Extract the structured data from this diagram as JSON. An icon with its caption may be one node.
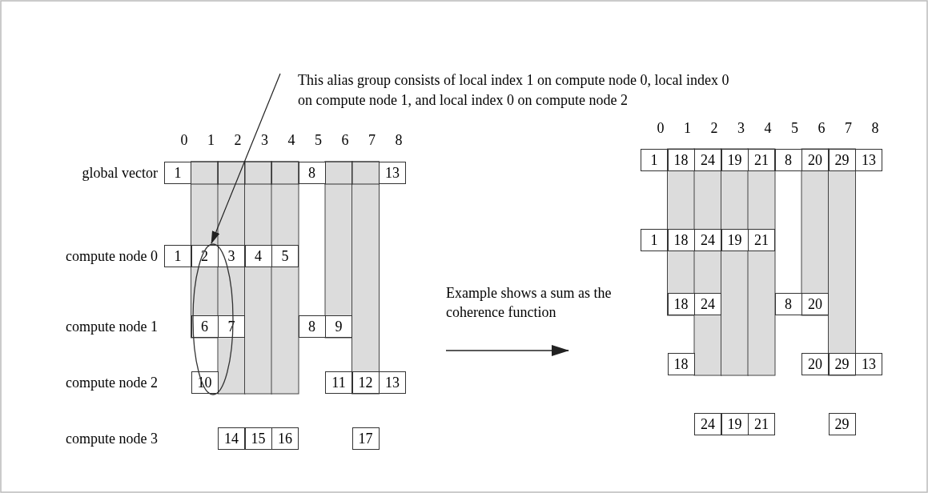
{
  "diagram": {
    "nodes": [
      {
        "text": [
          "This alias group consists of local index 1 on compute node 0, local index 0 on compute node 1, and local index 0 on compute node 2"
        ]
      },
      {
        "text": [],
        "shape": "ellipse"
      }
    ],
    "edges": [
      {
        "from": 0,
        "to": 1,
        "arrow": "to"
      }
    ],
    "labels": [
      "0",
      "1",
      "2",
      "3",
      "4",
      "5",
      "6",
      "7",
      "8",
      "0",
      "1",
      "2",
      "3",
      "4",
      "5",
      "6",
      "7",
      "8",
      "global vector",
      "1",
      "8",
      "13",
      "1",
      "18",
      "24",
      "19",
      "21",
      "8",
      "20",
      "29",
      "13",
      "compute node 0",
      "1",
      "2",
      "3",
      "4",
      "5",
      "1",
      "18",
      "24",
      "19",
      "21",
      "compute node 1",
      "6",
      "7",
      "8",
      "9",
      "18",
      "24",
      "8",
      "20",
      "compute node 2",
      "10",
      "11",
      "12",
      "13",
      "18",
      "20",
      "29",
      "13",
      "compute node 3",
      "14",
      "15",
      "16",
      "17",
      "24",
      "19",
      "21",
      "29",
      "Example shows a sum as the coherence function"
    ]
  }
}
